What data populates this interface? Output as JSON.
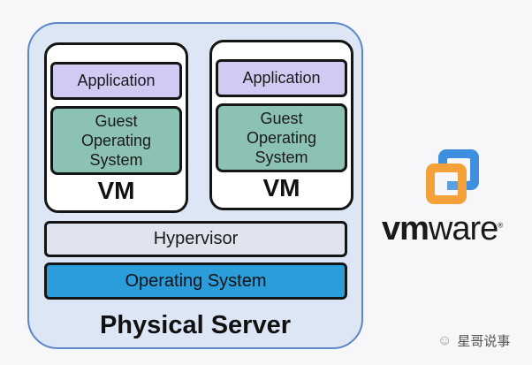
{
  "diagram": {
    "vms": [
      {
        "application": "Application",
        "guest_os": [
          "Guest",
          "Operating",
          "System"
        ],
        "label": "VM"
      },
      {
        "application": "Application",
        "guest_os": [
          "Guest",
          "Operating",
          "System"
        ],
        "label": "VM"
      }
    ],
    "hypervisor": "Hypervisor",
    "host_os": "Operating System",
    "server": "Physical Server"
  },
  "brand": {
    "vm": "vm",
    "ware": "ware",
    "registered": "®"
  },
  "watermark": {
    "text": "星哥说事",
    "icon": "wechat-icon"
  },
  "colors": {
    "application": "#d0cbf3",
    "guest_os": "#8cc2b4",
    "hypervisor": "#dfe4ee",
    "host_os": "#2b9ddb",
    "server_bg": "#dde6f4",
    "server_border": "#5b86c7",
    "logo_orange": "#f5a13a",
    "logo_blue": "#3f8fe0"
  }
}
